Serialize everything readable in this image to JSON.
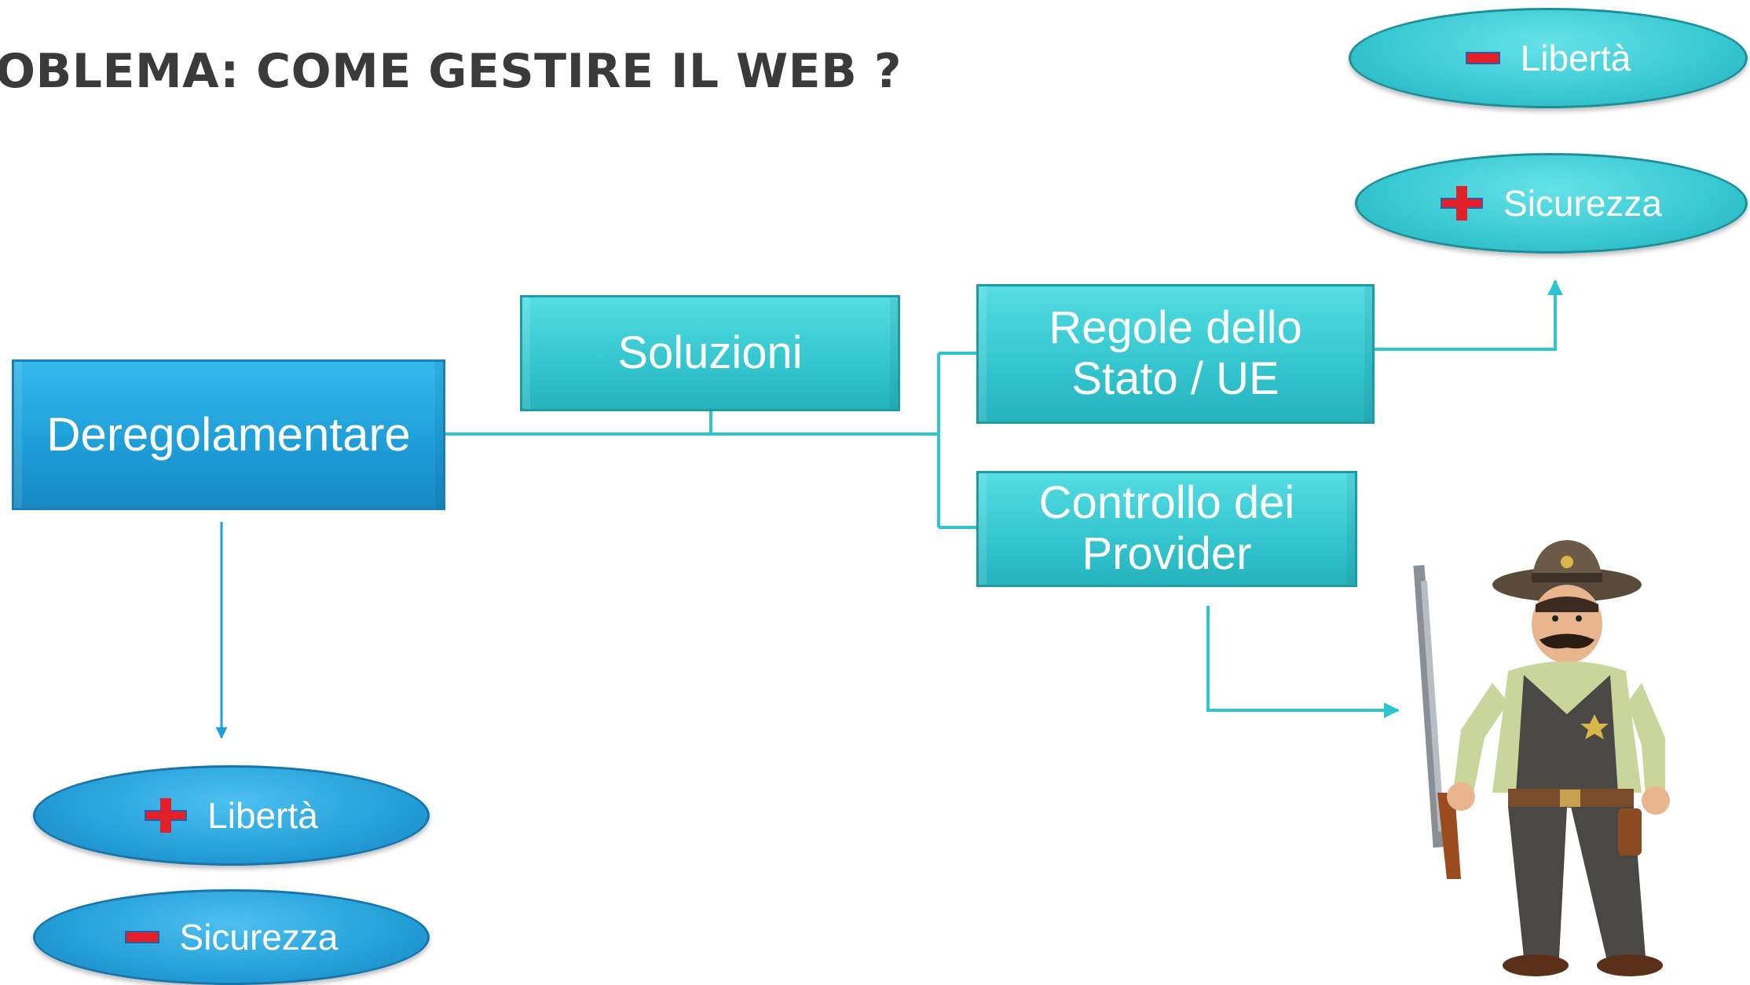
{
  "title": "OBLEMA: COME GESTIRE IL WEB ?",
  "nodes": {
    "deregolamentare": "Deregolamentare",
    "soluzioni": "Soluzioni",
    "regole_line1": "Regole dello",
    "regole_line2": "Stato / UE",
    "controllo_line1": "Controllo dei",
    "controllo_line2": "Provider"
  },
  "outcomes_left": {
    "liberta": {
      "sign": "plus",
      "label": "Libertà"
    },
    "sicurezza": {
      "sign": "minus",
      "label": "Sicurezza"
    }
  },
  "outcomes_right": {
    "liberta": {
      "sign": "minus",
      "label": "Libertà"
    },
    "sicurezza": {
      "sign": "plus",
      "label": "Sicurezza"
    }
  },
  "illustration": {
    "subject": "cartoon sheriff with rifle"
  },
  "colors": {
    "title": "#3a3a3a",
    "blue_box": "#1f9fd8",
    "teal_box": "#36c7d0",
    "connector": "#2ec4d0",
    "sign": "#e3202a"
  }
}
